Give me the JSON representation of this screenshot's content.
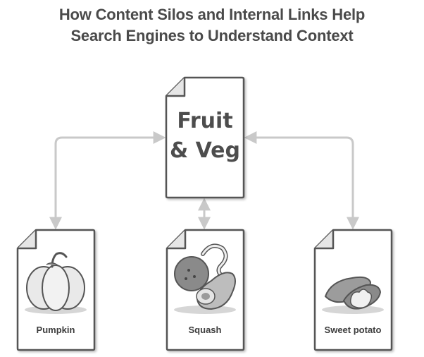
{
  "title": {
    "line1": "How Content Silos and Internal Links Help",
    "line2": "Search Engines to Understand Context"
  },
  "hub": {
    "line1": "Fruit",
    "line2": "& Veg"
  },
  "pages": [
    {
      "label": "Pumpkin",
      "icon": "pumpkin-icon"
    },
    {
      "label": "Squash",
      "icon": "squash-icon"
    },
    {
      "label": "Sweet potato",
      "icon": "sweet-potato-icon"
    }
  ],
  "colors": {
    "title": "#4a4a4a",
    "connector": "#c9c9c9",
    "doc_outline": "#555555"
  }
}
